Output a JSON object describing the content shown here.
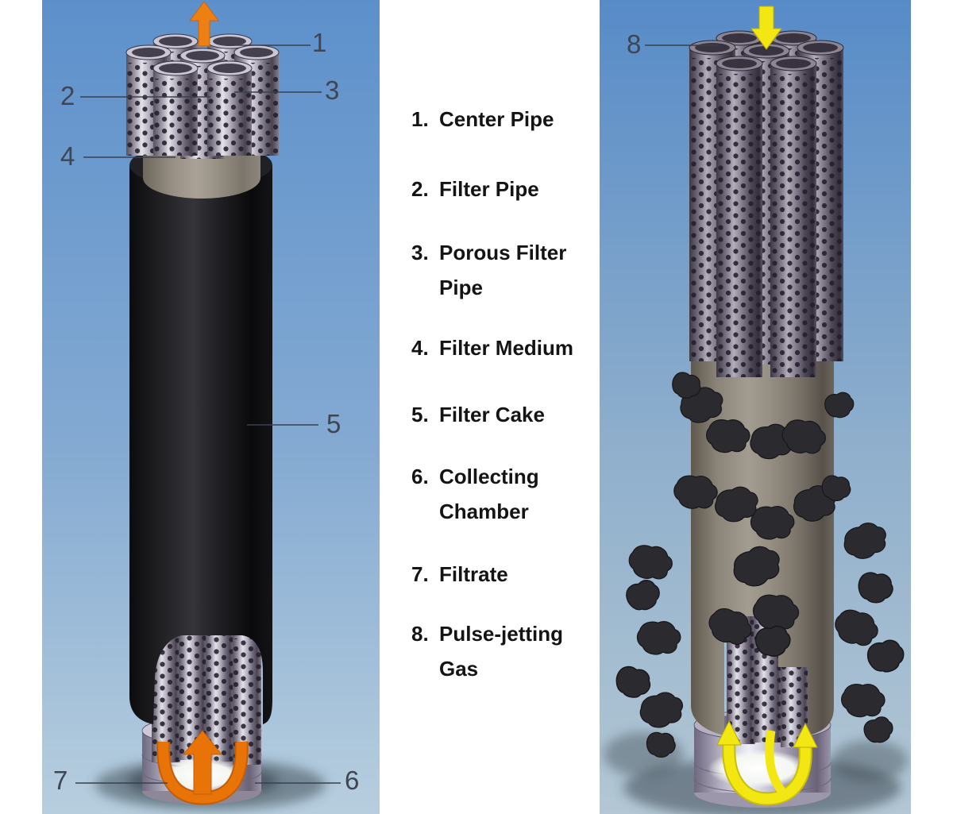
{
  "legend": {
    "items": [
      {
        "num": "1.",
        "line1": "Center Pipe",
        "line2": ""
      },
      {
        "num": "2.",
        "line1": "Filter Pipe",
        "line2": ""
      },
      {
        "num": "3.",
        "line1": "Porous Filter",
        "line2": "Pipe"
      },
      {
        "num": "4.",
        "line1": "Filter Medium",
        "line2": ""
      },
      {
        "num": "5.",
        "line1": "Filter Cake",
        "line2": ""
      },
      {
        "num": "6.",
        "line1": "Collecting",
        "line2": "Chamber"
      },
      {
        "num": "7.",
        "line1": "Filtrate",
        "line2": ""
      },
      {
        "num": "8.",
        "line1": "Pulse-jetting",
        "line2": "Gas"
      }
    ]
  },
  "left_figure": {
    "callouts": [
      "1",
      "2",
      "3",
      "4",
      "5",
      "6",
      "7"
    ],
    "arrow_color": "#ee7f12"
  },
  "right_figure": {
    "callouts": [
      "8"
    ],
    "arrow_color": "#f2e713"
  },
  "colors": {
    "sky_top": "#5d90cb",
    "sky_bottom": "#b5cbdc",
    "legend_background": "#ffffff",
    "legend_text": "#141414",
    "callout_ink": "#3e4653",
    "filter_cake_dark": "#1b1a1e",
    "filter_medium_taupe": "#a09a8e",
    "pipe_silver": "#b9b4c2",
    "chamber_metal": "#c6c2d2"
  }
}
